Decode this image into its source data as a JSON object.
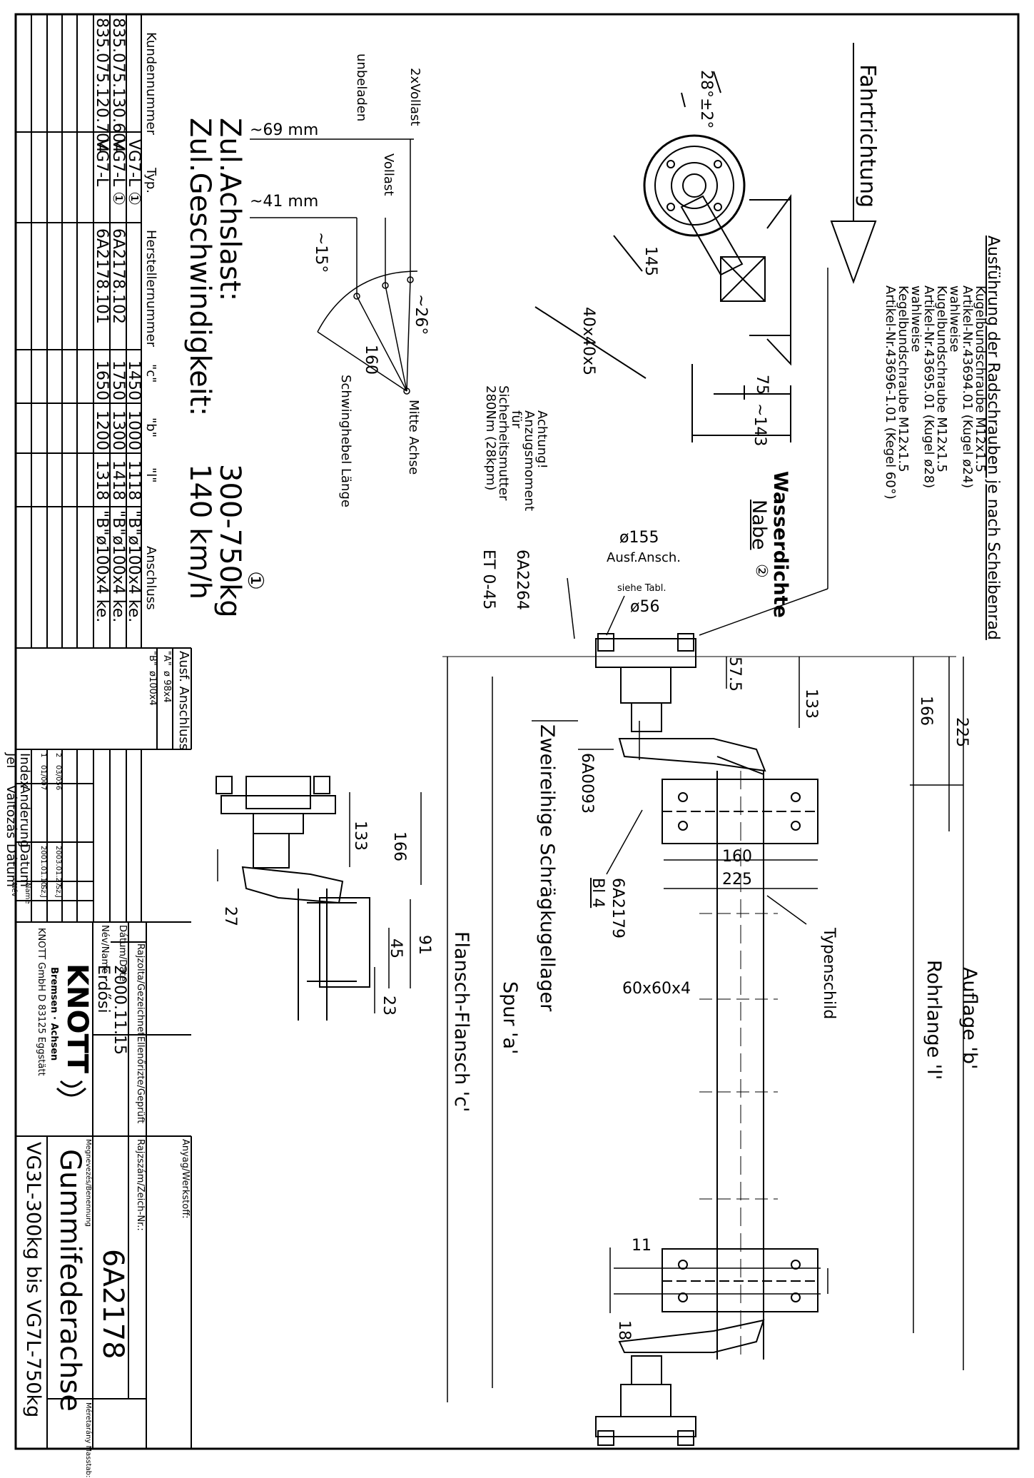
{
  "drawing": {
    "direction": "Fahrtrichtung",
    "angle_top": "28°±2°",
    "bolt_heading": "Ausführung der Radschrauben je nach Scheibenrad",
    "bolt_lines": [
      "Kugelbundschraube M12x1.5",
      "Artikel-Nr.43694.01 (Kugel ø24)",
      "wahlweise",
      "Kugelbundschraube M12x1.5",
      "Artikel-Nr.43695.01 (Kugel ø28)",
      "wahlweise",
      "Kegelbundschraube M12x1.5",
      "Artikel-Nr.43696-1.01 (Kegel 60°)"
    ],
    "dim_145": "145",
    "dim_profile": "40x40x5",
    "dim_75": "75",
    "dim_143": "~143",
    "hub_title": "Wasserdichte",
    "hub_title2": "Nabe",
    "circ2": "②",
    "caution": [
      "Achtung!",
      "Anzugsmoment",
      "für",
      "Sicherheitsmutter",
      "280Nm (28kpm)"
    ],
    "d155": "ø155",
    "ausf_ansch": "Ausf.Ansch.",
    "siehe": "siehe Tabl.",
    "d56": "ø56",
    "part_6A2264": "6A2264",
    "et": "ET 0-45",
    "dim_57_5": "57.5",
    "dim_133": "133",
    "dim_166": "166",
    "dim_225": "225",
    "bearing": "Zweireihige Schrägkugellager",
    "part_6A0093": "6A0093",
    "dim_160": "160",
    "dim_225b": "225",
    "part_6A2179": "6A2179",
    "bl4": "Bl 4",
    "typenschild": "Typenschild",
    "tube": "60x60x4",
    "flansch": "Flansch-Flansch 'c'",
    "spur": "Spur 'a'",
    "rohrlange": "Rohrlange 'l'",
    "auflage": "Auflage 'b'",
    "dim_11": "11",
    "dim_18": "18",
    "side_133": "133",
    "side_166": "166",
    "side_27": "27",
    "side_91": "91",
    "side_45": "45",
    "side_23": "23",
    "vollast2": "2xVollast",
    "unbeladen": "unbeladen",
    "vollast": "Vollast",
    "mm69": "~69 mm",
    "mm41": "~41 mm",
    "deg15": "~15°",
    "deg26": "~26°",
    "len160": "160",
    "mitte": "Mitte Achse",
    "schwinghebel": "Schwinghebel Länge",
    "achslast_label": "Zul.Achslast:",
    "achslast_value": "300-750kg",
    "circ1": "①",
    "speed_label": "Zul.Geschwindigkeit:",
    "speed_value": "140 km/h"
  },
  "customer_table": {
    "headers": [
      "Kundennummer",
      "Typ.",
      "Herstellernummer",
      "\"c\"",
      "\"b\"",
      "\"l\"",
      "Anschluss"
    ],
    "rows": [
      [
        "",
        "VG7-L ①",
        "",
        "1450",
        "1000",
        "1118",
        "\"B\"ø100x4 ke."
      ],
      [
        "835.075.130.604",
        "VG7-L ①",
        "6A2178.102",
        "1750",
        "1300",
        "1418",
        "\"B\"ø100x4 ke."
      ],
      [
        "835.075.120.704",
        "VG7-L",
        "6A2178.101",
        "1650",
        "1200",
        "1318",
        "\"B\"ø100x4 ke."
      ]
    ]
  },
  "anschluss_table": {
    "title": "Ausf. Anschluss",
    "rows": [
      [
        "\"A\"",
        "ø 98x4"
      ],
      [
        "\"B\"",
        "ø100x4"
      ]
    ]
  },
  "revision_table": {
    "rows": [
      [
        "2",
        "03/056",
        "2003.01.27",
        "Sz.J"
      ],
      [
        "1",
        "01/007",
        "2001.01.10",
        "Sz.J"
      ]
    ],
    "footer1": [
      "Index",
      "Anderung",
      "Datum",
      "Name"
    ],
    "footer2": [
      "Jel",
      "Változás",
      "Dátum",
      "Név"
    ]
  },
  "title_block": {
    "drawn_label": "Rajzolta/Gezeichnet",
    "checked_label": "Ellenőrizte/Geprüft",
    "date_label": "Dátum/Date",
    "date_value": "2000.11.15",
    "name_label": "Név/Name",
    "name_value": "Erdősi",
    "material_label": "Anyag/Werkstoff:",
    "drawing_no_label": "Rajzszám/Zeich-Nr.:",
    "drawing_no": "6A2178",
    "designation_label": "Megnevezés/Benennung",
    "designation": "Gummifederachse",
    "subtitle": "VG3L-300kg bis VG7L-750kg",
    "scale_label": "Méretarány Masstab:",
    "company_logo": "KNOTT",
    "company_line1": "Bremsen · Achsen",
    "company_line2": "KNOTT GmbH D 83125 Eggstätt"
  }
}
